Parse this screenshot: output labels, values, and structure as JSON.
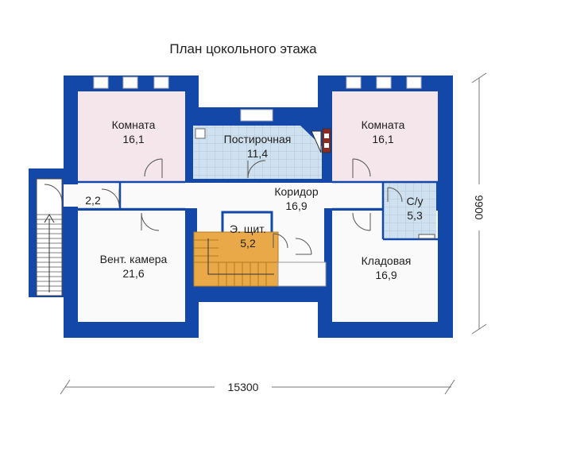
{
  "title": "План цокольного этажа",
  "rooms": {
    "room_left": {
      "name": "Комната",
      "area": "16,1"
    },
    "room_right": {
      "name": "Комната",
      "area": "16,1"
    },
    "laundry": {
      "name": "Постирочная",
      "area": "11,4"
    },
    "corridor": {
      "name": "Коридор",
      "area": "16,9"
    },
    "vestibule": {
      "area": "2,2"
    },
    "bathroom": {
      "name": "С/у",
      "area": "5,3"
    },
    "electrical": {
      "name": "Э. щит.",
      "area": "5,2"
    },
    "ventilation": {
      "name": "Вент. камера",
      "area": "21,6"
    },
    "storage": {
      "name": "Кладовая",
      "area": "16,9"
    }
  },
  "dimensions": {
    "width": "15300",
    "height": "9900"
  },
  "colors": {
    "wall": "#1448a8",
    "room_pink": "#f4e6ea",
    "room_blue": "#cfe0ee",
    "floor_white": "#fafafa",
    "stair": "#e9a948",
    "chimney": "#8e2a24"
  }
}
